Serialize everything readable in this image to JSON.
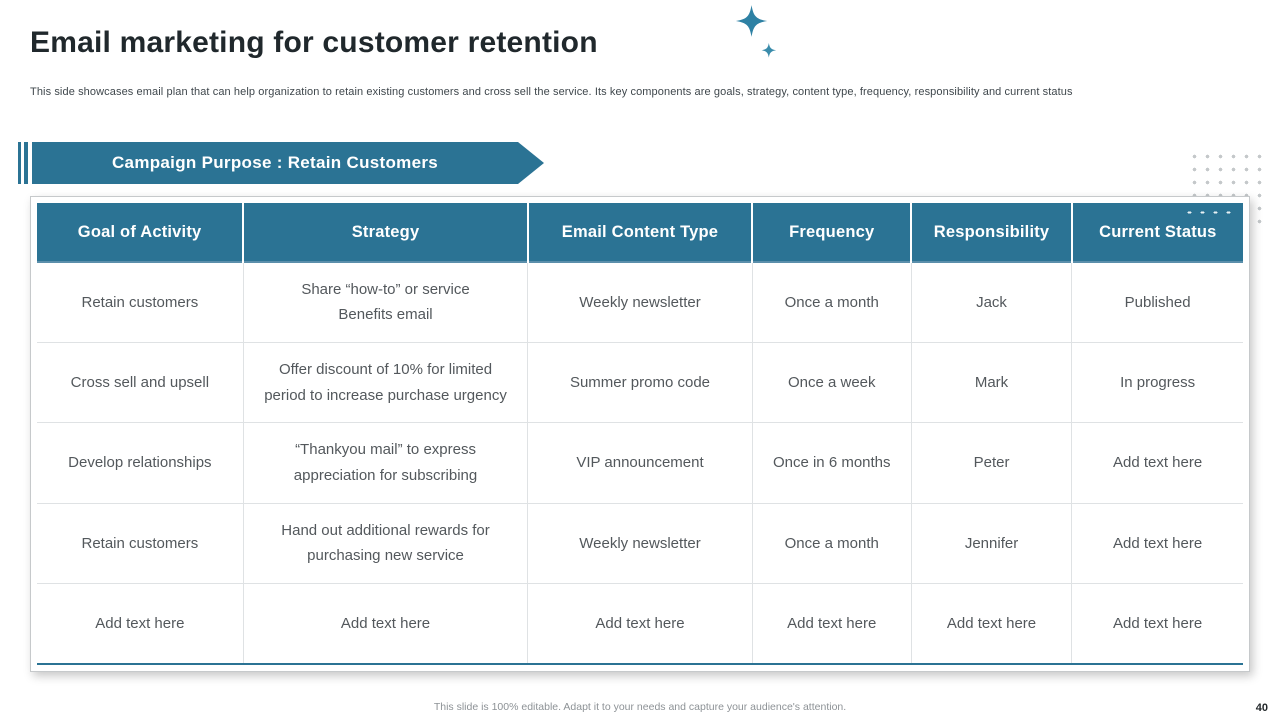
{
  "slide": {
    "title": "Email marketing for customer retention",
    "subtitle": "This side showcases email plan that can help organization to retain existing customers and cross sell the service. Its key components are goals, strategy, content type,  frequency,  responsibility and current status",
    "footer": "This slide is 100% editable.  Adapt it to your needs and capture your audience's attention.",
    "page_number": "40"
  },
  "banner": {
    "label": "Campaign Purpose :  Retain Customers"
  },
  "table": {
    "headers": [
      "Goal of Activity",
      "Strategy",
      "Email Content Type",
      "Frequency",
      "Responsibility",
      "Current Status"
    ],
    "rows": [
      [
        "Retain customers",
        "Share “how-to” or service\nBenefits email",
        "Weekly newsletter",
        "Once a month",
        "Jack",
        "Published"
      ],
      [
        "Cross sell and upsell",
        "Offer discount of 10% for limited\nperiod to increase purchase urgency",
        "Summer promo code",
        "Once a week",
        "Mark",
        "In progress"
      ],
      [
        "Develop relationships",
        "“Thankyou mail” to express\nappreciation for subscribing",
        "VIP announcement",
        "Once in 6 months",
        "Peter",
        "Add text here"
      ],
      [
        "Retain customers",
        "Hand out additional rewards for\npurchasing new service",
        "Weekly newsletter",
        "Once a month",
        "Jennifer",
        "Add text here"
      ],
      [
        "Add text here",
        "Add text here",
        "Add text here",
        "Add text here",
        "Add text here",
        "Add text here"
      ]
    ]
  },
  "colors": {
    "accent_teal": "#2b7394",
    "title_text": "#20282c",
    "body_text": "#53585c",
    "grid_line": "#dfe2e4"
  }
}
